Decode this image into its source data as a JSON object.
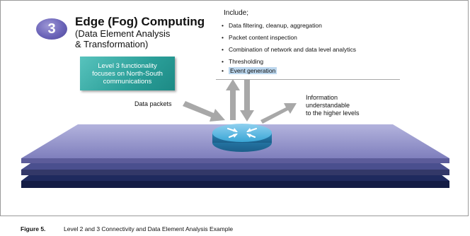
{
  "badge": {
    "number": "3"
  },
  "header": {
    "title": "Edge (Fog) Computing",
    "subtitle_line1": "(Data Element Analysis",
    "subtitle_line2": "& Transformation)"
  },
  "callout": {
    "lines": [
      "Level 3 functionality",
      "focuses on North-South",
      "communications"
    ]
  },
  "include": {
    "heading": "Include;",
    "items": [
      "Data filtering, cleanup, aggregation",
      "Packet content inspection",
      "Combination of network and data level analytics",
      "Thresholding",
      "Event generation"
    ],
    "highlighted_item": "Event generation"
  },
  "labels": {
    "data_packets": "Data packets",
    "info_line1": "Information",
    "info_line2": "understandable",
    "info_line3": "to the higher levels"
  },
  "caption": {
    "label": "Figure 5.",
    "text": "Level 2 and 3 Connectivity and Data Element Analysis Example"
  },
  "colors": {
    "badge": "#6b64b8",
    "callout": "#2a9e98",
    "plane_top": "#8f8fc7",
    "plane_middle": "#4a4f8e",
    "plane_bottom": "#1f2a5e",
    "router": "#3aa6d6",
    "arrow": "#a8a8a8",
    "highlight": "#bcd7ee"
  }
}
